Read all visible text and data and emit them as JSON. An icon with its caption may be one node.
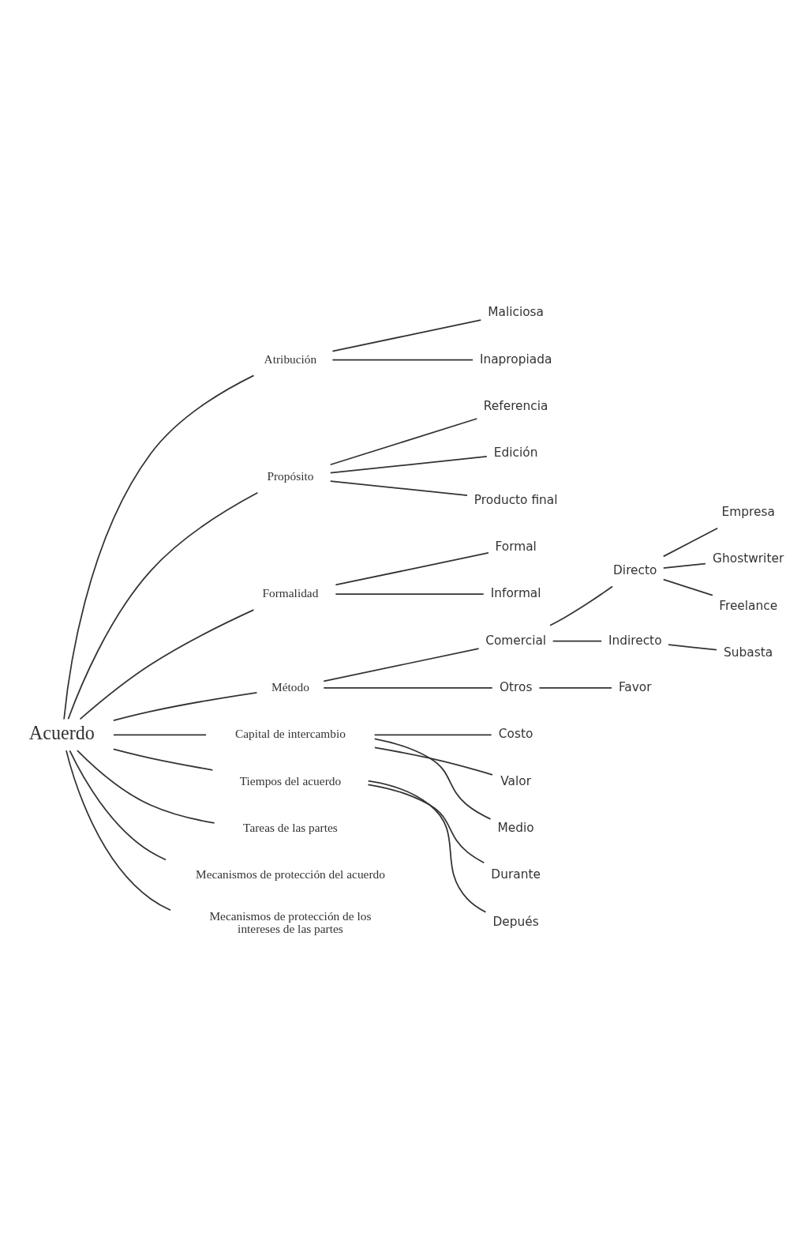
{
  "diagram": {
    "nodes": [
      {
        "text": [
          "Acuerdo"
        ]
      },
      {
        "text": [
          "Atribución"
        ]
      },
      {
        "text": [
          "Maliciosa"
        ]
      },
      {
        "text": [
          "Inapropiada"
        ]
      },
      {
        "text": [
          "Propósito"
        ]
      },
      {
        "text": [
          "Referencia"
        ]
      },
      {
        "text": [
          "Edición"
        ]
      },
      {
        "text": [
          "Producto final"
        ]
      },
      {
        "text": [
          "Formalidad"
        ]
      },
      {
        "text": [
          "Formal"
        ]
      },
      {
        "text": [
          "Informal"
        ]
      },
      {
        "text": [
          "Método"
        ]
      },
      {
        "text": [
          "Comercial"
        ]
      },
      {
        "text": [
          "Directo"
        ]
      },
      {
        "text": [
          "Empresa"
        ]
      },
      {
        "text": [
          "Ghostwriter"
        ]
      },
      {
        "text": [
          "Freelance"
        ]
      },
      {
        "text": [
          "Indirecto"
        ]
      },
      {
        "text": [
          "Subasta"
        ]
      },
      {
        "text": [
          "Otros"
        ]
      },
      {
        "text": [
          "Favor"
        ]
      },
      {
        "text": [
          "Capital de intercambio"
        ]
      },
      {
        "text": [
          "Costo"
        ]
      },
      {
        "text": [
          "Valor"
        ]
      },
      {
        "text": [
          "Medio"
        ]
      },
      {
        "text": [
          "Tiempos del acuerdo"
        ]
      },
      {
        "text": [
          "Durante"
        ]
      },
      {
        "text": [
          "Depués"
        ]
      },
      {
        "text": [
          "Tareas de las partes"
        ]
      },
      {
        "text": [
          "Mecanismos de protección del acuerdo"
        ]
      },
      {
        "text": [
          "Mecanismos de protección de los intereses de las partes"
        ]
      }
    ],
    "edges": [
      {
        "from": 0,
        "to": 1,
        "arrow": "none"
      },
      {
        "from": 0,
        "to": 4,
        "arrow": "none"
      },
      {
        "from": 0,
        "to": 8,
        "arrow": "none"
      },
      {
        "from": 0,
        "to": 11,
        "arrow": "none"
      },
      {
        "from": 0,
        "to": 21,
        "arrow": "none"
      },
      {
        "from": 0,
        "to": 25,
        "arrow": "none"
      },
      {
        "from": 0,
        "to": 28,
        "arrow": "none"
      },
      {
        "from": 0,
        "to": 29,
        "arrow": "none"
      },
      {
        "from": 0,
        "to": 30,
        "arrow": "none"
      },
      {
        "from": 1,
        "to": 2,
        "arrow": "none"
      },
      {
        "from": 1,
        "to": 3,
        "arrow": "none"
      },
      {
        "from": 4,
        "to": 5,
        "arrow": "none"
      },
      {
        "from": 4,
        "to": 6,
        "arrow": "none"
      },
      {
        "from": 4,
        "to": 7,
        "arrow": "none"
      },
      {
        "from": 8,
        "to": 9,
        "arrow": "none"
      },
      {
        "from": 8,
        "to": 10,
        "arrow": "none"
      },
      {
        "from": 11,
        "to": 12,
        "arrow": "none"
      },
      {
        "from": 11,
        "to": 19,
        "arrow": "none"
      },
      {
        "from": 12,
        "to": 13,
        "arrow": "none"
      },
      {
        "from": 12,
        "to": 17,
        "arrow": "none"
      },
      {
        "from": 13,
        "to": 14,
        "arrow": "none"
      },
      {
        "from": 13,
        "to": 15,
        "arrow": "none"
      },
      {
        "from": 13,
        "to": 16,
        "arrow": "none"
      },
      {
        "from": 17,
        "to": 18,
        "arrow": "none"
      },
      {
        "from": 19,
        "to": 20,
        "arrow": "none"
      },
      {
        "from": 21,
        "to": 22,
        "arrow": "none"
      },
      {
        "from": 21,
        "to": 23,
        "arrow": "none"
      },
      {
        "from": 21,
        "to": 24,
        "arrow": "none"
      },
      {
        "from": 25,
        "to": 26,
        "arrow": "none"
      },
      {
        "from": 25,
        "to": 27,
        "arrow": "none"
      }
    ]
  }
}
